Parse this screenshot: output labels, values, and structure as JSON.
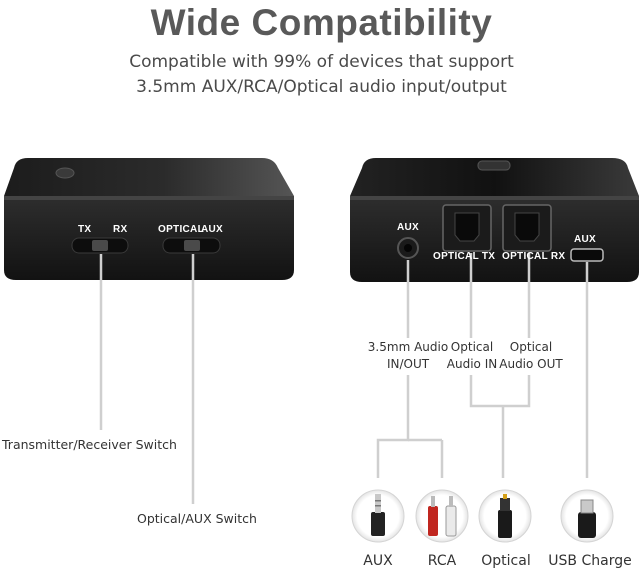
{
  "header": {
    "title": "Wide Compatibility",
    "subtitle_line1": "Compatible with 99% of devices that support",
    "subtitle_line2": "3.5mm AUX/RCA/Optical audio input/output"
  },
  "left_device": {
    "switch1_left": "TX",
    "switch1_right": "RX",
    "switch2_left": "OPTICAL",
    "switch2_right": "AUX"
  },
  "right_device": {
    "aux_port_label": "AUX",
    "optical_tx_label": "OPTICAL TX",
    "optical_rx_label": "OPTICAL RX",
    "usb_port_label": "AUX"
  },
  "callouts": {
    "audio_3_5mm_line1": "3.5mm Audio",
    "audio_3_5mm_line2": "IN/OUT",
    "optical_in_line1": "Optical",
    "optical_in_line2": "Audio IN",
    "optical_out_line1": "Optical",
    "optical_out_line2": "Audio OUT",
    "transmitter_receiver_switch": "Transmitter/Receiver Switch",
    "optical_aux_switch": "Optical/AUX Switch"
  },
  "connectors": {
    "aux": "AUX",
    "rca": "RCA",
    "optical": "Optical",
    "usb_charge": "USB Charge"
  }
}
